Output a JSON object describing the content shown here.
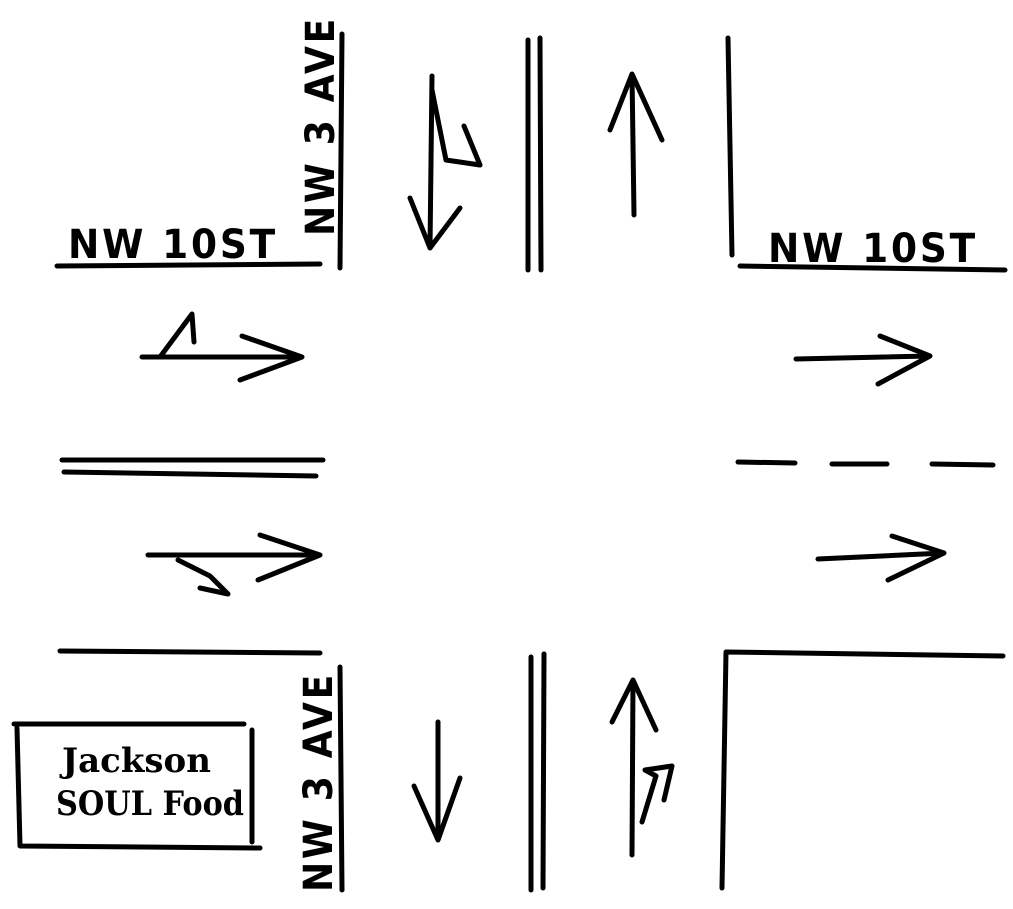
{
  "streets": {
    "east_west_left": "NW 10ST",
    "east_west_right": "NW 10ST",
    "north_south_top": "NW 3 AVE",
    "north_south_bottom": "NW 3 AVE"
  },
  "business": {
    "line1": "Jackson",
    "line2": "SOUL Food"
  },
  "lanes": {
    "north_leg": [
      "southbound through/left",
      "northbound through"
    ],
    "south_leg": [
      "southbound through",
      "northbound through/right"
    ],
    "west_leg": [
      "eastbound through/left",
      "eastbound through/right"
    ],
    "east_leg": [
      "eastbound through",
      "eastbound through"
    ]
  }
}
